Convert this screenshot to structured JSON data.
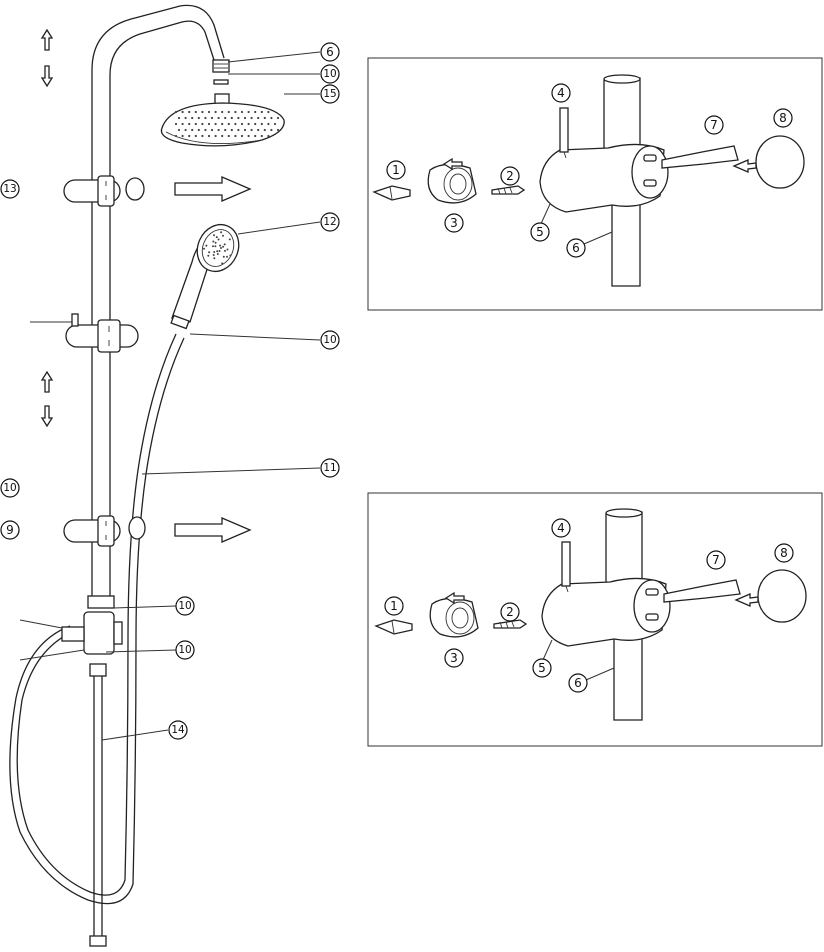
{
  "callouts": {
    "c6_top": "6",
    "c10_a": "10",
    "c15": "15",
    "c13": "13",
    "c12": "12",
    "c10_b": "10",
    "c11": "11",
    "c10_left": "10",
    "c9": "9",
    "c10_c": "10",
    "c10_d": "10",
    "c14": "14"
  },
  "panel_top": {
    "p1": "1",
    "p2": "2",
    "p3": "3",
    "p4": "4",
    "p5": "5",
    "p6": "6",
    "p7": "7",
    "p8": "8"
  },
  "panel_bottom": {
    "p1": "1",
    "p2": "2",
    "p3": "3",
    "p4": "4",
    "p5": "5",
    "p6": "6",
    "p7": "7",
    "p8": "8"
  }
}
